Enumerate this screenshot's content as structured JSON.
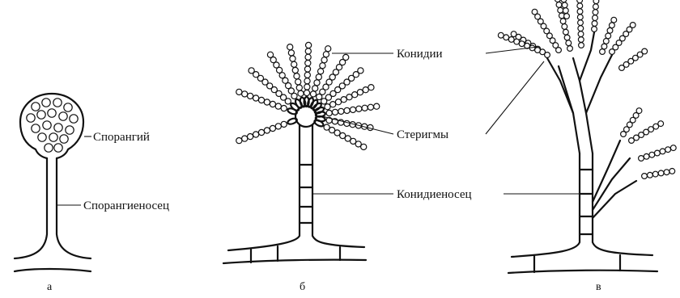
{
  "labels": {
    "sporangium": "Спорангий",
    "sporangiophore": "Спорангиеносец",
    "conidia": "Конидии",
    "sterigmata": "Стеригмы",
    "conidiophore": "Конидиеносец"
  },
  "panels": {
    "a": "а",
    "b": "б",
    "v": "в"
  },
  "colors": {
    "ink": "#111111",
    "background": "#ffffff"
  }
}
